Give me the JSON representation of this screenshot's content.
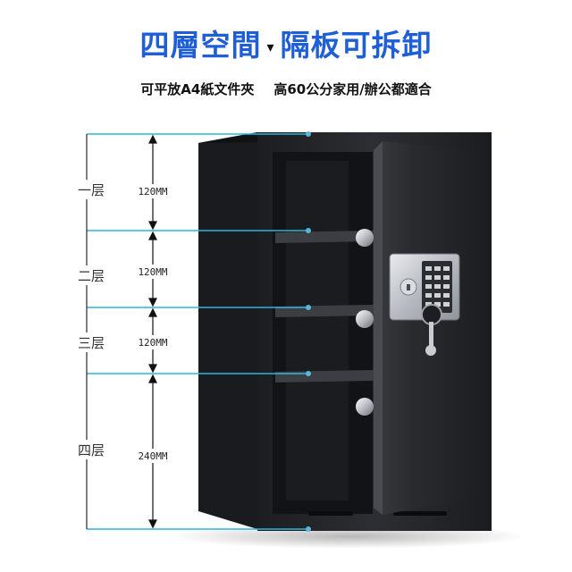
{
  "headline": {
    "left": "四層空間",
    "separator": "▾",
    "right": "隔板可拆卸"
  },
  "subtitle": {
    "part1": "可平放A4紙文件夾",
    "part2": "高60公分家用/辦公都適合"
  },
  "layers": [
    {
      "name": "一层",
      "height": "120MM"
    },
    {
      "name": "二层",
      "height": "120MM"
    },
    {
      "name": "三层",
      "height": "120MM"
    },
    {
      "name": "四层",
      "height": "240MM"
    }
  ],
  "colors": {
    "accent_blue": "#1f5fd6",
    "guide_cyan": "#2bb6d9",
    "safe_body": "#26272b"
  }
}
